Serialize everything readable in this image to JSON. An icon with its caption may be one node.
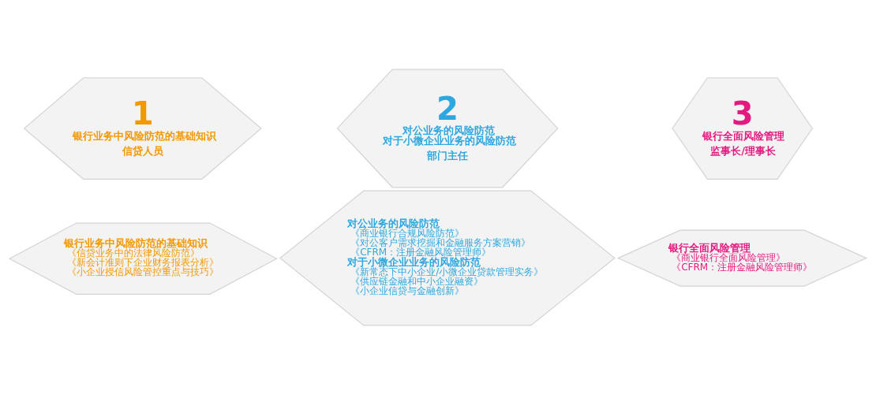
{
  "diagram": {
    "nodes": [
      {
        "text": [
          "1",
          "银行业务中风险防范的基础知识",
          "信贷人员"
        ]
      },
      {
        "text": [
          "银行业务中风险防范的基础知识",
          "《信贷业务中的法律风险防范》",
          "《新会计准则下企业财务报表分析》",
          "《小企业授信风险管控重点与技巧》"
        ]
      },
      {
        "text": [
          "2",
          "对公业务的风险防范",
          "对于小微企业业务的风险防范",
          "部门主任"
        ]
      },
      {
        "text": [
          "对公业务的风险防范",
          "《商业银行合规风险防范》",
          "《对公客户需求挖掘和金融服务方案营销》",
          "《CFRM：注册金融风险管理师》",
          "对于小微企业业务的风险防范",
          "《新常态下中小企业/小微企业贷款管理实务》",
          "《供应链金融和中小企业融资》",
          "《小企业信贷与金融创新》"
        ]
      },
      {
        "text": [
          "3",
          "银行全面风险管理",
          "监事长/理事长"
        ]
      },
      {
        "text": [
          "银行全面风险管理",
          "《商业银行全面风险管理》",
          "《CFRM：注册金融风险管理师》"
        ]
      }
    ]
  }
}
